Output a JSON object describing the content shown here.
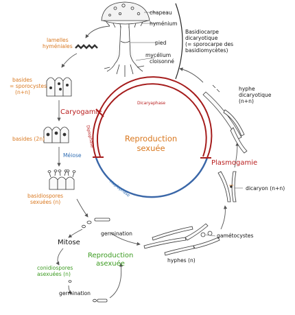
{
  "center": {
    "line1": "Reproduction",
    "line2": "sexuée"
  },
  "phases": {
    "dicaryaphase": "Dicaryaphase",
    "diplophase": "Diplophase",
    "haplophase": "Haplophase"
  },
  "events": {
    "caryogamie": "Caryogamie",
    "meiose": "Méiose",
    "plasmogamie": "Plasmogamie",
    "mitose": "Mitose"
  },
  "asexual": {
    "line1": "Reproduction",
    "line2": "asexuée"
  },
  "mushroom_parts": {
    "chapeau": "chapeau",
    "hymenium": "hyménium",
    "pied": "pied",
    "mycelium1": "mycélium",
    "mycelium2": "cloisonné"
  },
  "basidiocarpe": {
    "l1": "Basidiocarpe",
    "l2": "dicaryotique",
    "l3": "(= sporocarpe des",
    "l4": "basidiomycètes)"
  },
  "labels": {
    "lamelles1": "lamelles",
    "lamelles2": "hyméniales",
    "basides_l1": "basides",
    "basides_l2": "= sporocystes",
    "basides_l3": "(n+n)",
    "basides_2n": "basides (2n)",
    "basidiospores1": "basidiospores",
    "basidiospores2": "sexuées (n)",
    "germination1": "germination",
    "germination2": "germination",
    "conidiospores1": "conidiospores",
    "conidiospores2": "asexuées (n)",
    "hyphes": "hyphes (n)",
    "gametocystes": "gamétocystes",
    "dicaryon": "dicaryon (n+n)",
    "hyphe1": "hyphe",
    "hyphe2": "dicaryotique",
    "hyphe3": "(n+n)"
  },
  "colors": {
    "orange": "#d9771e",
    "blue": "#2f6db3",
    "red": "#b81c1c",
    "green": "#3a9a1f"
  }
}
